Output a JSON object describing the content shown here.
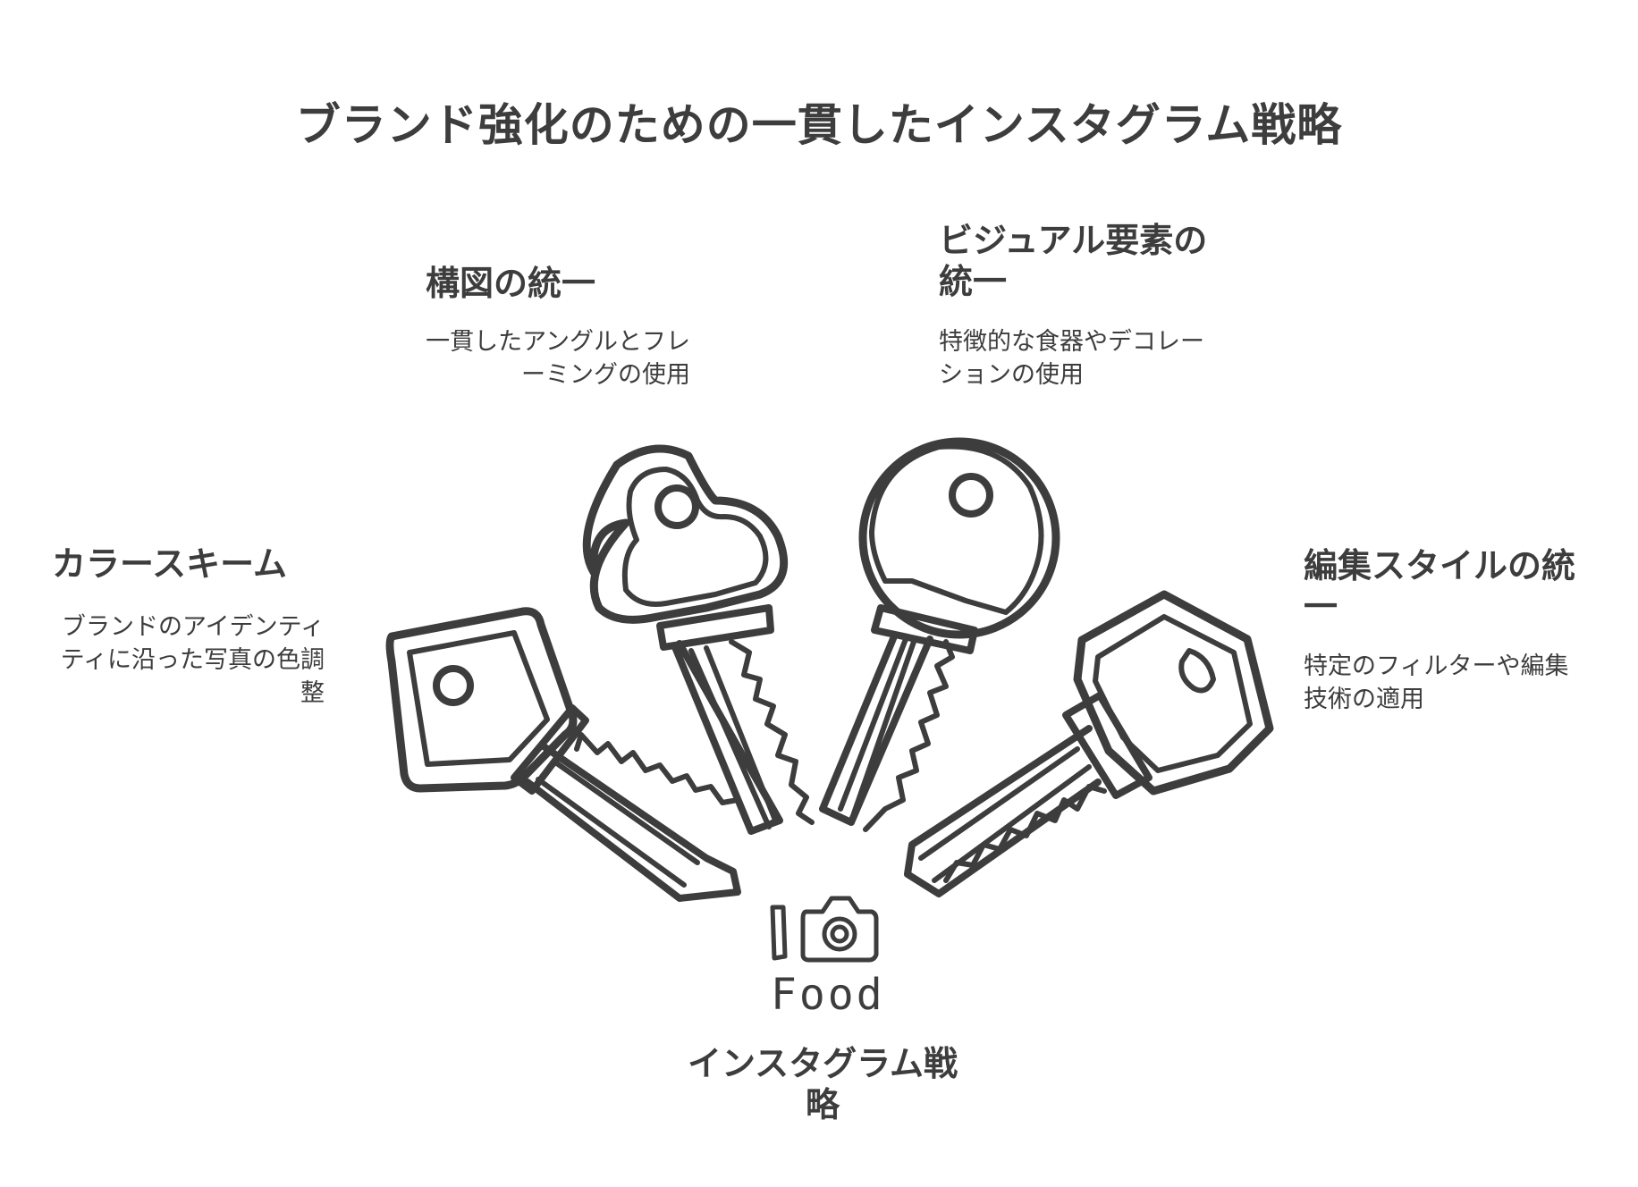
{
  "title": "ブランド強化のための一貫したインスタグラム戦略",
  "center": {
    "label": "インスタグラム戦略",
    "icon_text": "Food",
    "icon": "instagram-camera-icon"
  },
  "items": [
    {
      "heading": "カラースキーム",
      "description": "ブランドのアイデンティティに沿った写真の色調整",
      "icon": "key-square-icon"
    },
    {
      "heading": "構図の統一",
      "description": "一貫したアングルとフレーミングの使用",
      "icon": "key-cloud-icon"
    },
    {
      "heading": "ビジュアル要素の統一",
      "description": "特徴的な食器やデコレーションの使用",
      "icon": "key-round-icon"
    },
    {
      "heading": "編集スタイルの統一",
      "description": "特定のフィルターや編集技術の適用",
      "icon": "key-hexagon-icon"
    }
  ],
  "colors": {
    "stroke": "#3d3d3d",
    "text": "#3d3d3d",
    "background": "#ffffff"
  }
}
